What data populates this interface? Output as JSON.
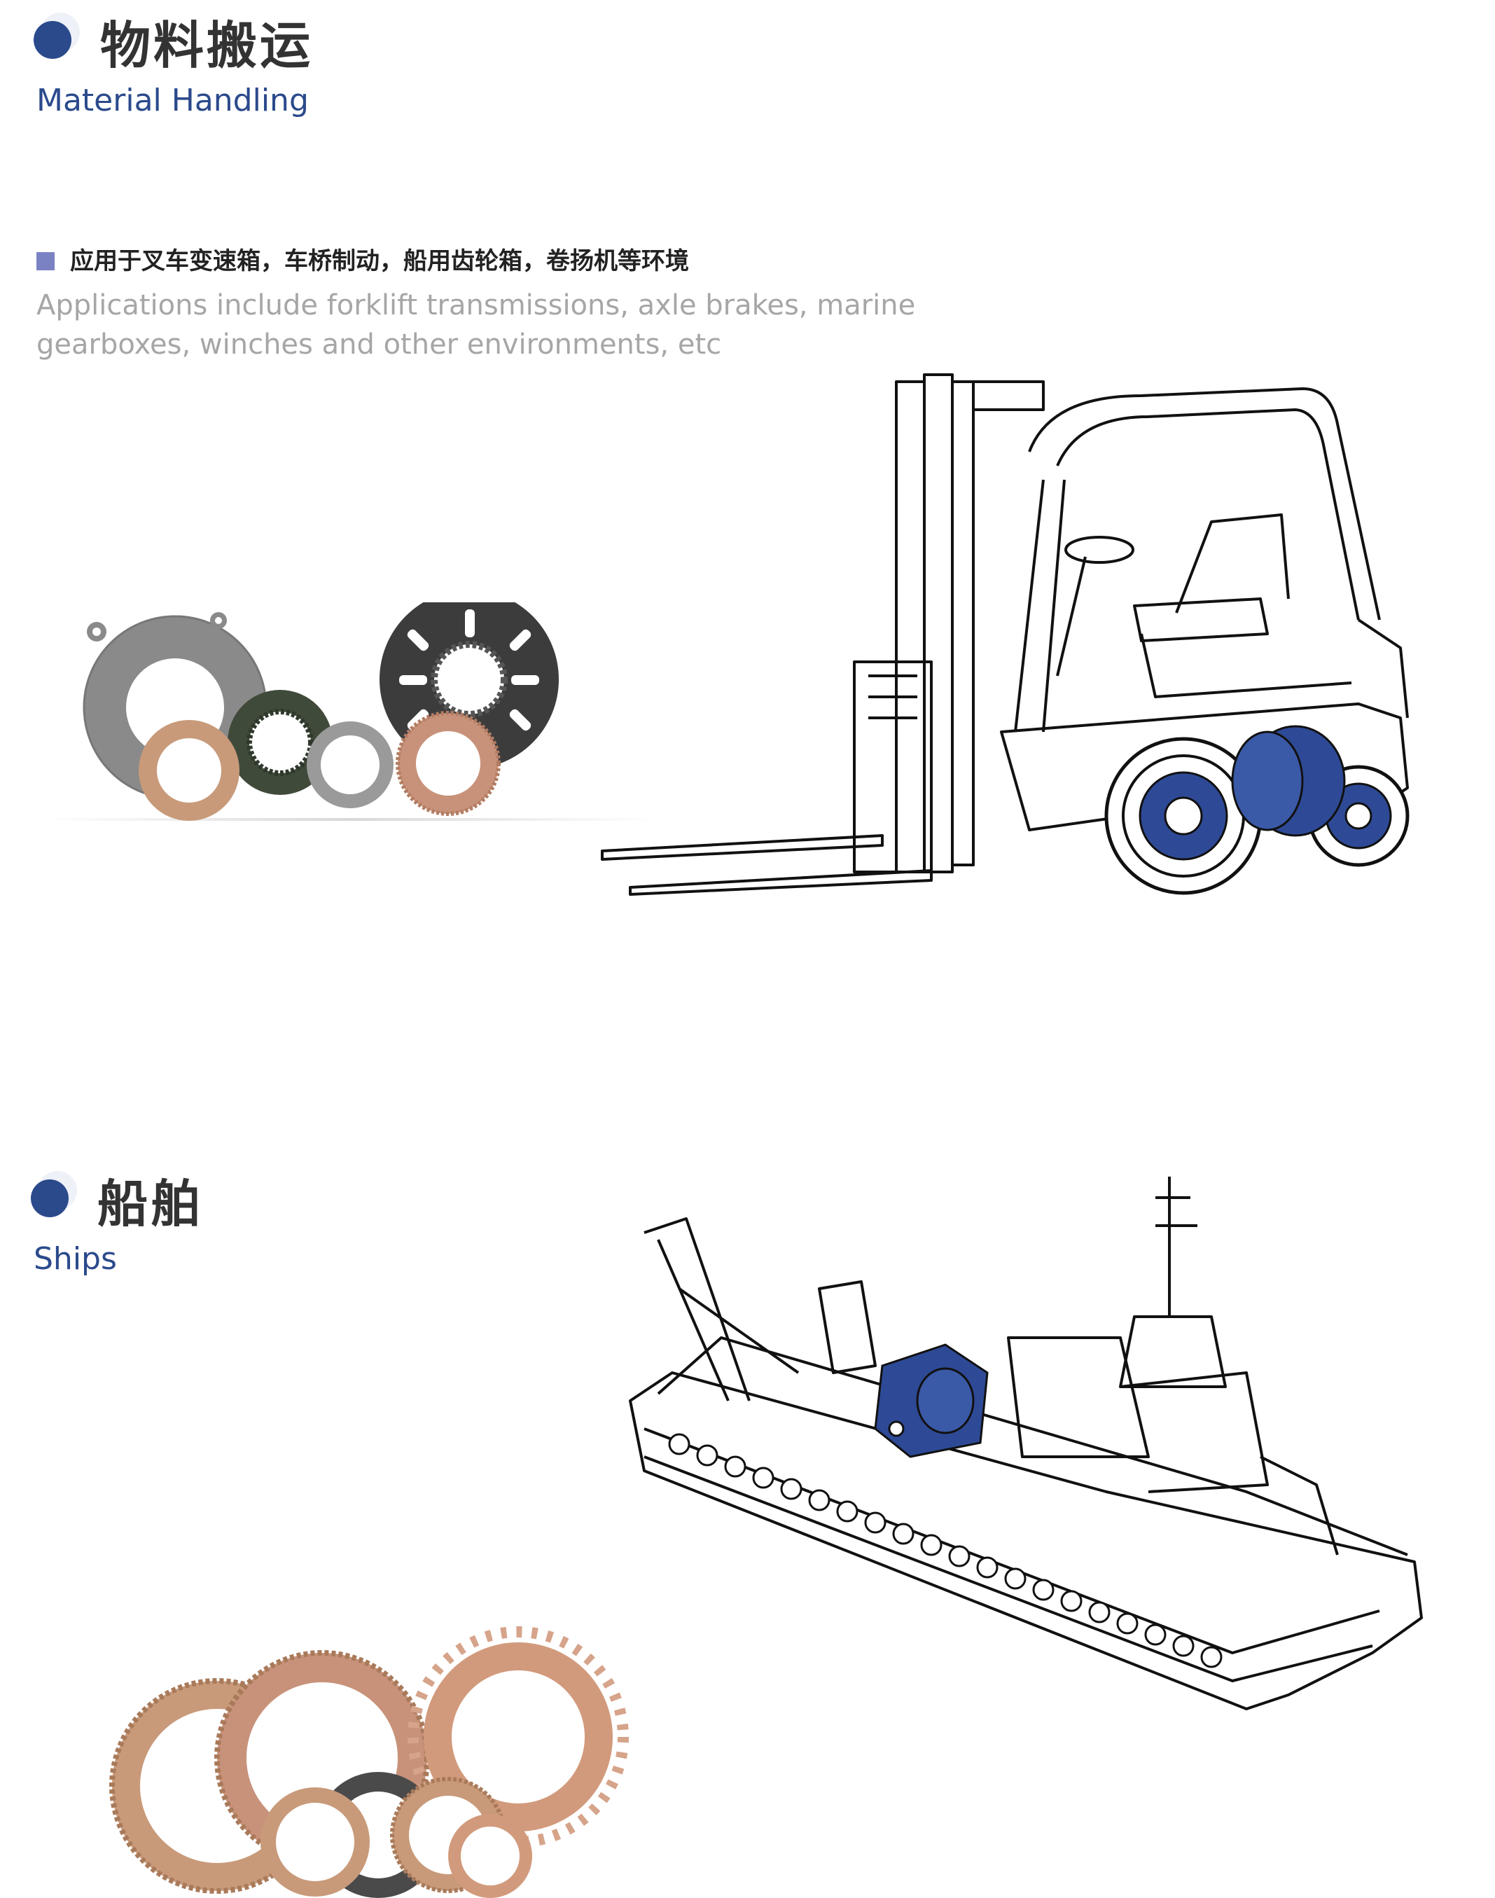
{
  "material": {
    "title_cn": "物料搬运",
    "title_en": "Material Handling",
    "app_cn": "应用于叉车变速箱，车桥制动，船用齿轮箱，卷扬机等环境",
    "app_en": "Applications include forklift transmissions, axle brakes, marine gearboxes, winches and other environments, etc"
  },
  "ships": {
    "title_cn": "船舶",
    "title_en": "Ships"
  },
  "colors": {
    "accent": "#2b4a8c",
    "square": "#7b82c4",
    "highlight": "#2e4a96",
    "copper": "#c89a7a",
    "dark_disc": "#3c3c3c",
    "grey_disc": "#8a8a8a"
  }
}
